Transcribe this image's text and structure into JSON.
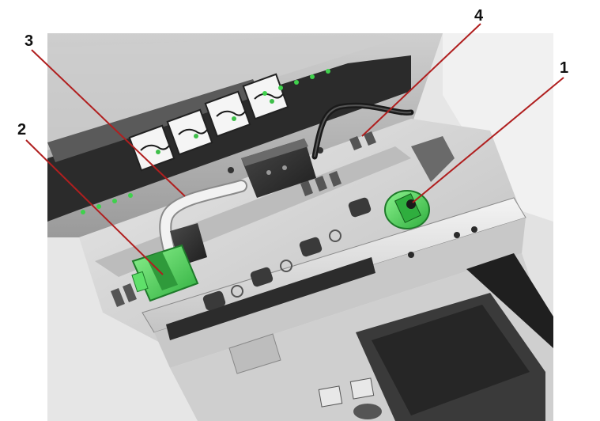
{
  "callouts": {
    "c1": "1",
    "c2": "2",
    "c3": "3",
    "c4": "4"
  },
  "colors": {
    "leader": "#b01f1f",
    "latch_green": "#46d35a",
    "latch_dark": "#1e7a2a",
    "housing": "#d9d9d9",
    "housing_dark": "#3a3a3a",
    "cable_black": "#1a1a1a",
    "cable_white": "#f2f2f2"
  },
  "components": {
    "right_latch": "green-latch-icon",
    "left_latch": "green-latch-icon",
    "white_cable": "cable-icon",
    "black_cable": "cable-icon"
  }
}
